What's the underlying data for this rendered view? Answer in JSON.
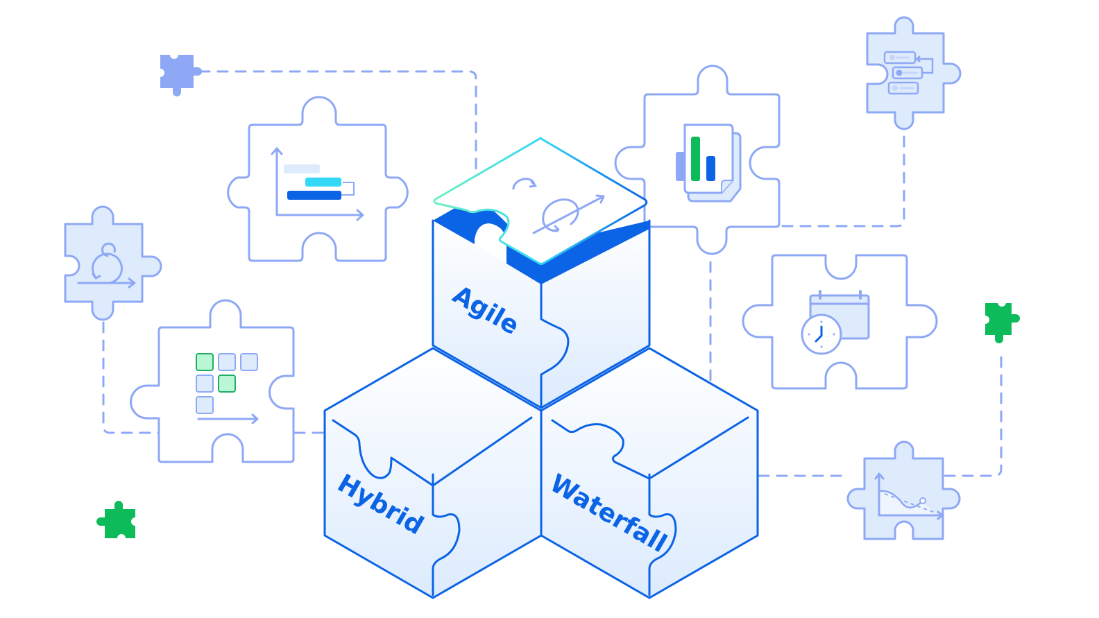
{
  "illustration": {
    "title": "Project management methodologies",
    "cubes": [
      {
        "id": "agile",
        "label": "Agile"
      },
      {
        "id": "hybrid",
        "label": "Hybrid"
      },
      {
        "id": "waterfall",
        "label": "Waterfall"
      }
    ],
    "pieces": [
      {
        "id": "gantt",
        "icon": "gantt-chart-icon"
      },
      {
        "id": "report",
        "icon": "bar-chart-document-icon"
      },
      {
        "id": "workflow",
        "icon": "workflow-cards-icon"
      },
      {
        "id": "iteration",
        "icon": "iteration-loop-icon"
      },
      {
        "id": "kanban",
        "icon": "task-grid-icon"
      },
      {
        "id": "schedule",
        "icon": "calendar-clock-icon"
      },
      {
        "id": "burndown",
        "icon": "burndown-chart-icon"
      }
    ],
    "accent_pieces": [
      {
        "id": "small-blue",
        "color": "#8ea8f5"
      },
      {
        "id": "small-green-right",
        "color": "#0ebb5a"
      },
      {
        "id": "small-green-left",
        "color": "#0ebb5a"
      }
    ],
    "colors": {
      "primary": "#0b63e5",
      "outline": "#8ea8f5",
      "fill_light": "#deebfd",
      "green": "#0ebb5a",
      "cyan": "#36d8f7",
      "mint": "#6ff0bf"
    }
  }
}
